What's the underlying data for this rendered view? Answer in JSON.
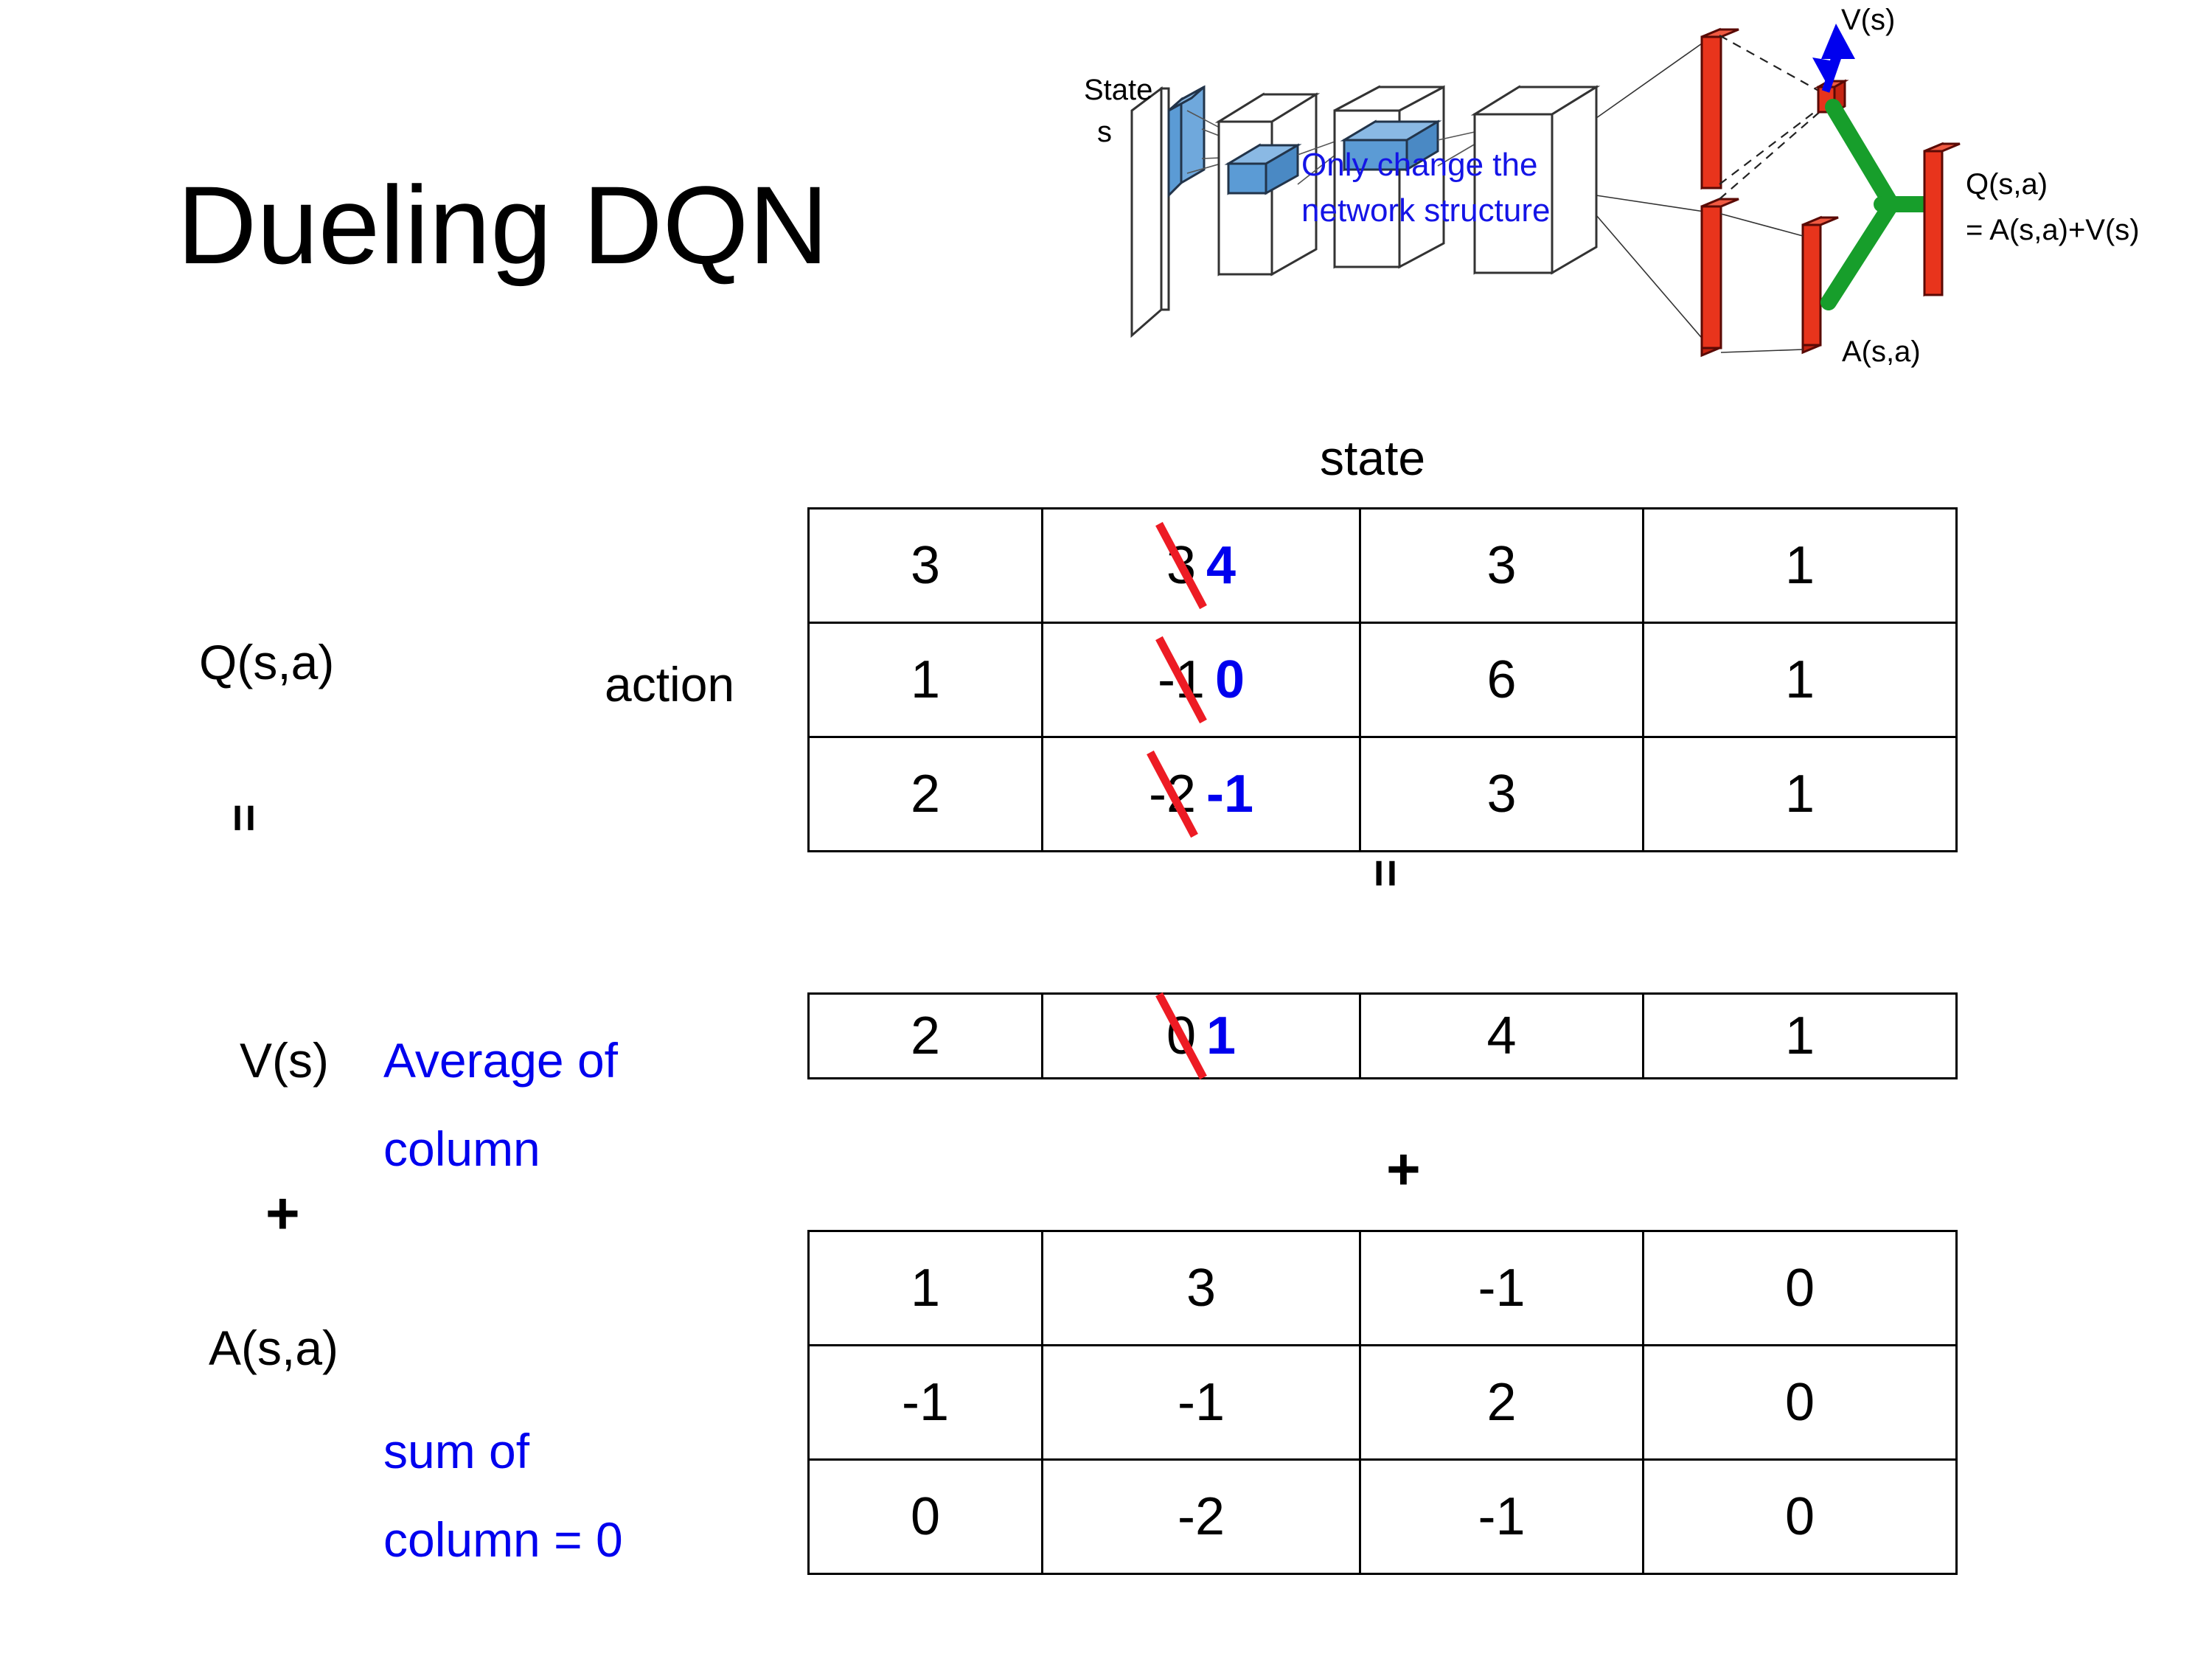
{
  "slide": {
    "title": "Dueling DQN"
  },
  "diagram": {
    "state_label_line1": "State",
    "state_label_line2": "s",
    "note_line1": "Only change the",
    "note_line2": "network structure",
    "value_label": "V(s)",
    "advantage_label": "A(s,a)",
    "q_label_line1": "Q(s,a)",
    "q_label_line2": "= A(s,a)+V(s)",
    "colors": {
      "input_block": "#5B9BD5",
      "output_bar": "#E8341C",
      "combine_arm": "#179E2B",
      "value_arrow": "#0000EE",
      "note_text": "#1414E6"
    }
  },
  "labels": {
    "state": "state",
    "action": "action",
    "q_function": "Q(s,a)",
    "v_function": "V(s)",
    "a_function": "A(s,a)",
    "equals_top": "=",
    "equals_mid": "=",
    "plus_left": "+",
    "plus_mid": "+",
    "average_note_line1": "Average of",
    "average_note_line2": "column",
    "sum_note_line1": "sum of",
    "sum_note_line2": "column = 0",
    "annotation_color": "#0000EE",
    "strike_color": "#ED1B24"
  },
  "chart_data": {
    "type": "table",
    "title": "Dueling DQN value/advantage decomposition",
    "xlabel": "state",
    "ylabel": "action",
    "tables": [
      {
        "name": "Q(s,a)",
        "rows": [
          [
            "3",
            "3",
            "3",
            "1"
          ],
          [
            "1",
            "-1",
            "6",
            "1"
          ],
          [
            "2",
            "-2",
            "3",
            "1"
          ]
        ],
        "edits": [
          {
            "row": 0,
            "col": 1,
            "old": "3",
            "new": "4"
          },
          {
            "row": 1,
            "col": 1,
            "old": "-1",
            "new": "0"
          },
          {
            "row": 2,
            "col": 1,
            "old": "-2",
            "new": "-1"
          }
        ]
      },
      {
        "name": "V(s)",
        "rows": [
          [
            "2",
            "0",
            "4",
            "1"
          ]
        ],
        "edits": [
          {
            "row": 0,
            "col": 1,
            "old": "0",
            "new": "1"
          }
        ]
      },
      {
        "name": "A(s,a)",
        "rows": [
          [
            "1",
            "3",
            "-1",
            "0"
          ],
          [
            "-1",
            "-1",
            "2",
            "0"
          ],
          [
            "0",
            "-2",
            "-1",
            "0"
          ]
        ],
        "edits": []
      }
    ]
  },
  "q_table": {
    "r0c0": "3",
    "r0c1_old": "3",
    "r0c1_new": "4",
    "r0c2": "3",
    "r0c3": "1",
    "r1c0": "1",
    "r1c1_old": "-1",
    "r1c1_new": "0",
    "r1c2": "6",
    "r1c3": "1",
    "r2c0": "2",
    "r2c1_old": "-2",
    "r2c1_new": "-1",
    "r2c2": "3",
    "r2c3": "1"
  },
  "v_table": {
    "r0c0": "2",
    "r0c1_old": "0",
    "r0c1_new": "1",
    "r0c2": "4",
    "r0c3": "1"
  },
  "a_table": {
    "r0c0": "1",
    "r0c1": "3",
    "r0c2": "-1",
    "r0c3": "0",
    "r1c0": "-1",
    "r1c1": "-1",
    "r1c2": "2",
    "r1c3": "0",
    "r2c0": "0",
    "r2c1": "-2",
    "r2c2": "-1",
    "r2c3": "0"
  }
}
